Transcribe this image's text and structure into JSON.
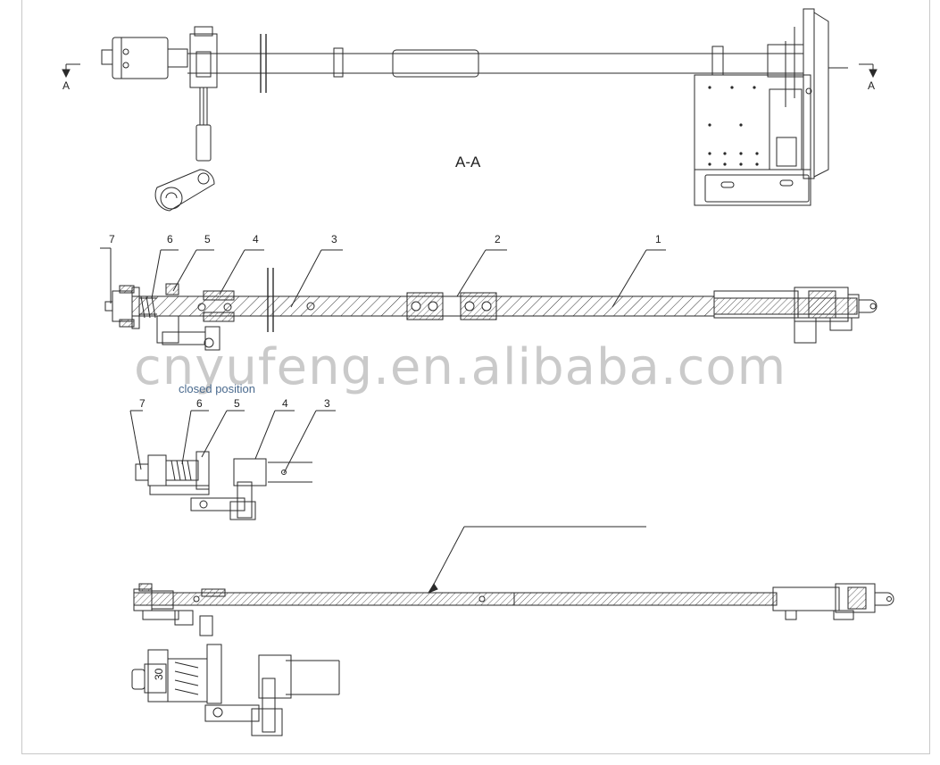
{
  "section_label": "A-A",
  "section_arrow_left": "A",
  "section_arrow_right": "A",
  "watermark": "cnyufeng.en.alibaba.com",
  "caption": "closed position",
  "row1_parts": [
    "7",
    "6",
    "5",
    "4",
    "3",
    "2",
    "1"
  ],
  "row2_parts": [
    "7",
    "6",
    "5",
    "4",
    "3"
  ],
  "detail_dim": "30",
  "stroke_color": "#2a2a2a",
  "frame_color": "#c8c8c8"
}
